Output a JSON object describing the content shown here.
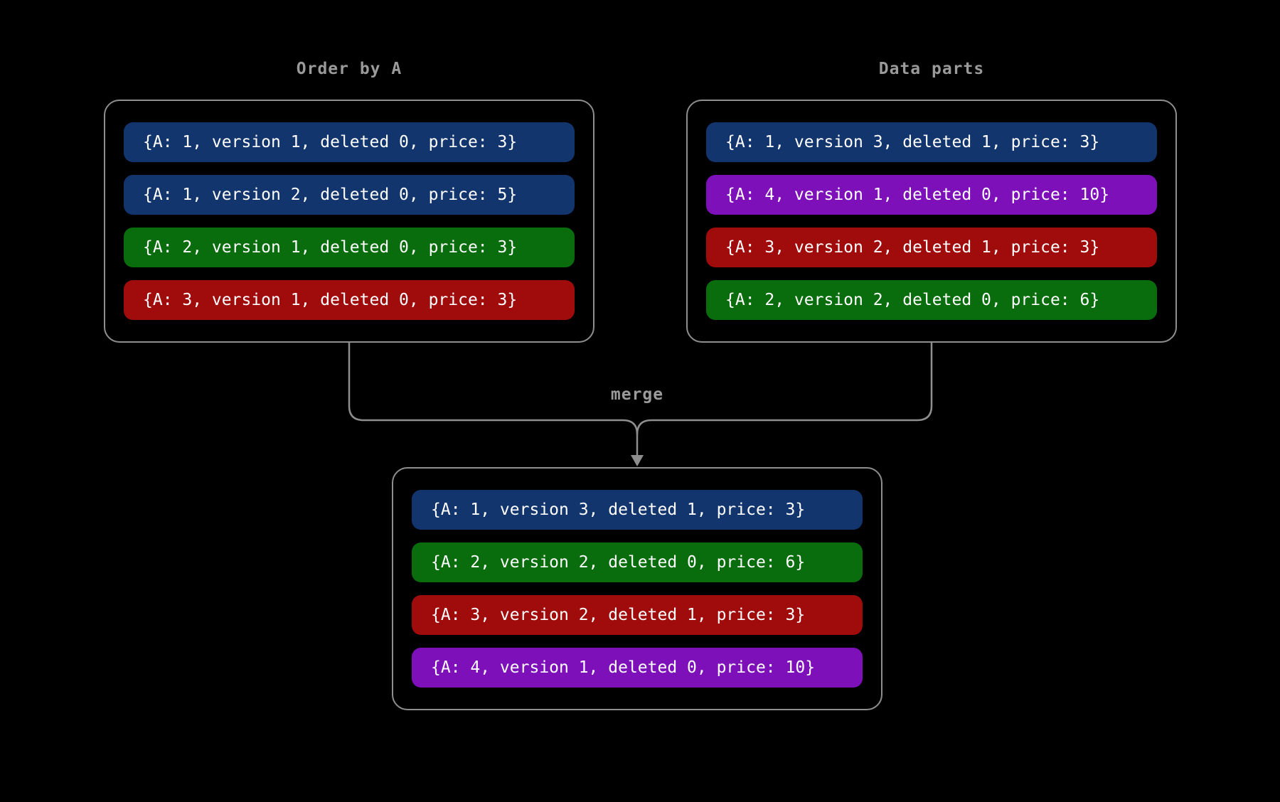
{
  "diagram": {
    "colors": {
      "background": "#000000",
      "box_border": "#8e8e8e",
      "connector": "#8e8e8e",
      "label_text": "#9a9a9a",
      "row_text": "#ffffff",
      "blue": "#13356E",
      "green": "#096D0D",
      "red": "#A00C0C",
      "purple": "#7D10B9"
    },
    "labels": {
      "left_title": "Order by A",
      "right_title": "Data parts",
      "merge": "merge"
    },
    "left_box": {
      "rows": [
        {
          "text": "{A: 1, version 1, deleted 0, price: 3}",
          "color": "#13356E"
        },
        {
          "text": "{A: 1, version 2, deleted 0, price: 5}",
          "color": "#13356E"
        },
        {
          "text": "{A: 2, version 1, deleted 0, price: 3}",
          "color": "#096D0D"
        },
        {
          "text": "{A: 3, version 1, deleted 0, price: 3}",
          "color": "#A00C0C"
        }
      ]
    },
    "right_box": {
      "rows": [
        {
          "text": "{A: 1, version 3, deleted 1, price: 3}",
          "color": "#13356E"
        },
        {
          "text": "{A: 4, version 1, deleted 0, price: 10}",
          "color": "#7D10B9"
        },
        {
          "text": "{A: 3, version 2, deleted 1, price: 3}",
          "color": "#A00C0C"
        },
        {
          "text": "{A: 2, version 2, deleted 0, price: 6}",
          "color": "#096D0D"
        }
      ]
    },
    "merged_box": {
      "rows": [
        {
          "text": "{A: 1, version 3, deleted 1, price: 3}",
          "color": "#13356E"
        },
        {
          "text": "{A: 2, version 2, deleted 0, price: 6}",
          "color": "#096D0D"
        },
        {
          "text": "{A: 3, version 2, deleted 1, price: 3}",
          "color": "#A00C0C"
        },
        {
          "text": "{A: 4, version 1, deleted 0, price: 10}",
          "color": "#7D10B9"
        }
      ]
    }
  }
}
